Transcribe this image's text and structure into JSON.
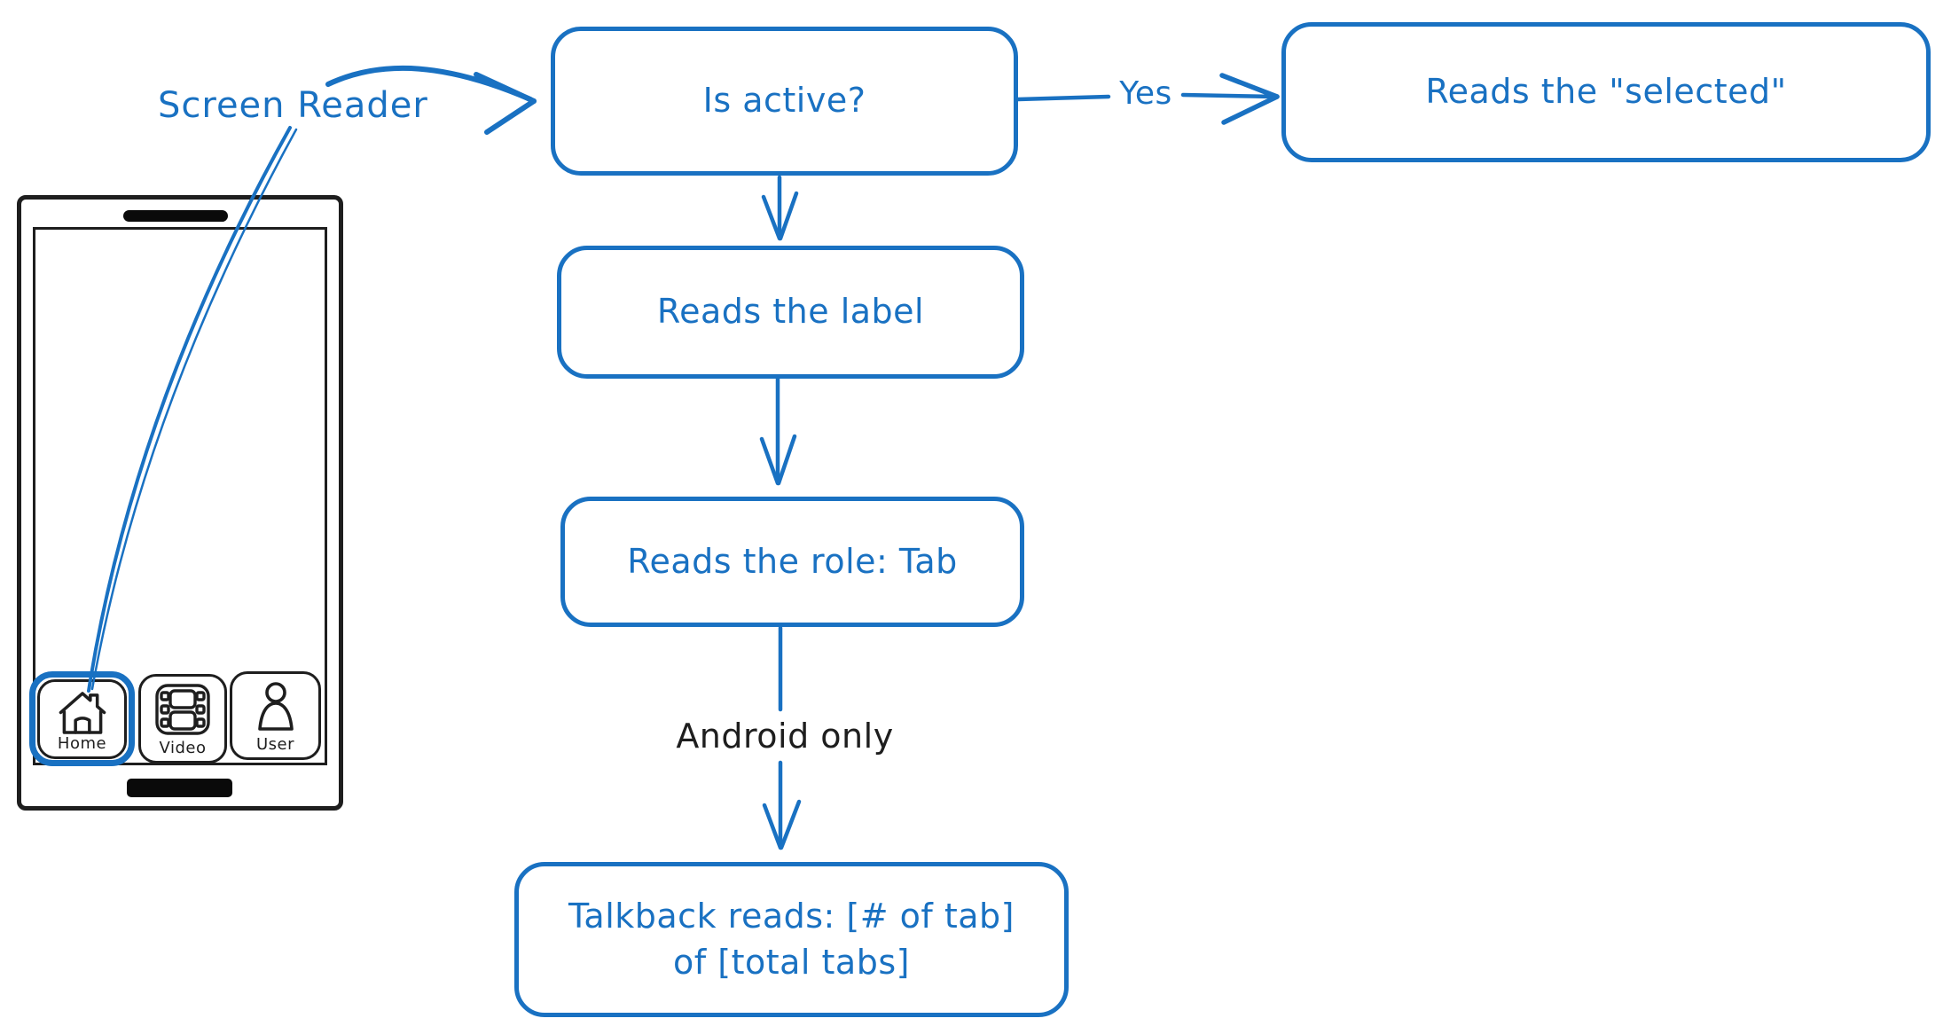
{
  "colors": {
    "accent": "#1971c2",
    "ink": "#1e1e1e"
  },
  "labels": {
    "screen_reader": "Screen Reader",
    "yes": "Yes",
    "android_only": "Android only"
  },
  "nodes": {
    "is_active": {
      "label": "Is active?"
    },
    "reads_selected": {
      "label": "Reads the \"selected\""
    },
    "reads_label": {
      "label": "Reads the label"
    },
    "reads_role": {
      "label": "Reads the role: Tab"
    },
    "talkback": {
      "label": "Talkback reads: [# of tab] of [total tabs]"
    }
  },
  "phone": {
    "tabs": [
      {
        "label": "Home",
        "icon": "home-icon",
        "active": true
      },
      {
        "label": "Video",
        "icon": "video-icon",
        "active": false
      },
      {
        "label": "User",
        "icon": "user-icon",
        "active": false
      }
    ]
  }
}
